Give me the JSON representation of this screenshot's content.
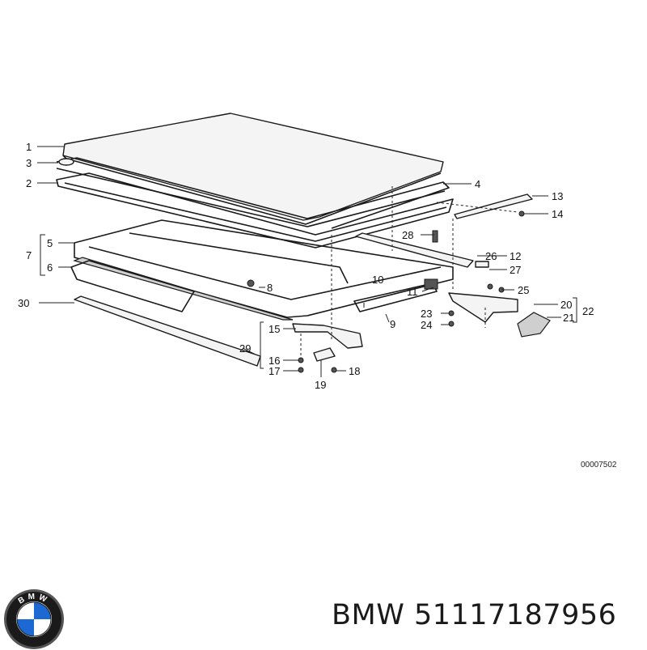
{
  "diagram": {
    "callouts": [
      "1",
      "2",
      "3",
      "4",
      "5",
      "6",
      "7",
      "8",
      "9",
      "10",
      "11",
      "12",
      "13",
      "14",
      "15",
      "16",
      "17",
      "18",
      "19",
      "20",
      "21",
      "22",
      "23",
      "24",
      "25",
      "26",
      "27",
      "28",
      "29",
      "30"
    ]
  },
  "catalog_code": "00007502",
  "footer": {
    "brand": "BMW",
    "part_number": "51117187956",
    "text": "BMW 51117187956"
  },
  "logo": {
    "letters": "BMW",
    "colors": {
      "blue": "#1c69d4",
      "white": "#ffffff",
      "ring": "#1a1a1a",
      "outer": "#555555"
    }
  }
}
